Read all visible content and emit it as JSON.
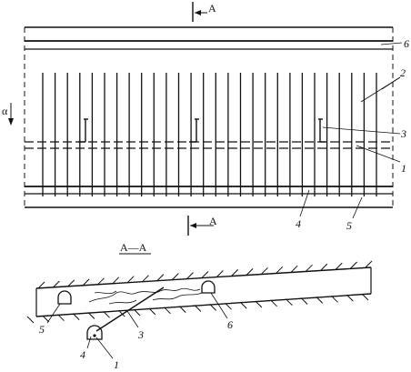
{
  "section_marks": {
    "top": "A",
    "bottom": "A",
    "view_title": "A—A"
  },
  "dip_label": "α",
  "plan_callouts": [
    "6",
    "2",
    "3",
    "1",
    "4",
    "5"
  ],
  "section_callouts": [
    "5",
    "3",
    "6",
    "4",
    "1"
  ],
  "colors": {
    "ink": "#111111",
    "background": "#ffffff"
  }
}
